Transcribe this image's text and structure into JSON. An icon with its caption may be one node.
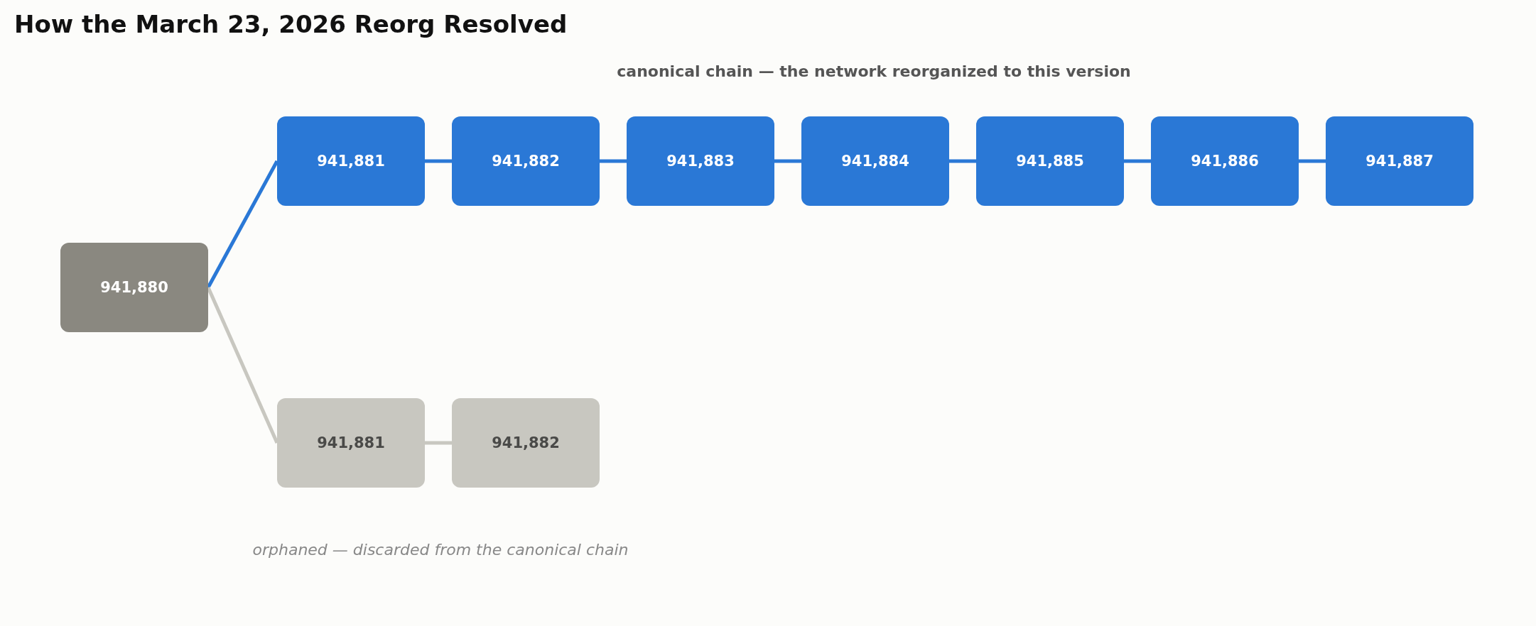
{
  "diagram": {
    "title": "How the March 23, 2026 Reorg Resolved",
    "nodes": [
      {
        "text": [
          "941,880"
        ]
      },
      {
        "text": [
          "941,881"
        ]
      },
      {
        "text": [
          "941,882"
        ]
      },
      {
        "text": [
          "941,883"
        ]
      },
      {
        "text": [
          "941,884"
        ]
      },
      {
        "text": [
          "941,885"
        ]
      },
      {
        "text": [
          "941,886"
        ]
      },
      {
        "text": [
          "941,887"
        ]
      },
      {
        "text": [
          "941,881"
        ]
      },
      {
        "text": [
          "941,882"
        ]
      }
    ],
    "edges": [
      {
        "from": 0,
        "to": 1,
        "arrow": "none"
      },
      {
        "from": 1,
        "to": 2,
        "arrow": "none"
      },
      {
        "from": 2,
        "to": 3,
        "arrow": "none"
      },
      {
        "from": 3,
        "to": 4,
        "arrow": "none"
      },
      {
        "from": 4,
        "to": 5,
        "arrow": "none"
      },
      {
        "from": 5,
        "to": 6,
        "arrow": "none"
      },
      {
        "from": 6,
        "to": 7,
        "arrow": "none"
      },
      {
        "from": 0,
        "to": 8,
        "arrow": "none",
        "color": "#c8c7c0"
      },
      {
        "from": 8,
        "to": 9,
        "arrow": "none",
        "color": "#c8c7c0"
      }
    ],
    "labels": [
      "canonical chain — the network reorganized to this version",
      "orphaned — discarded from the canonical chain"
    ]
  }
}
